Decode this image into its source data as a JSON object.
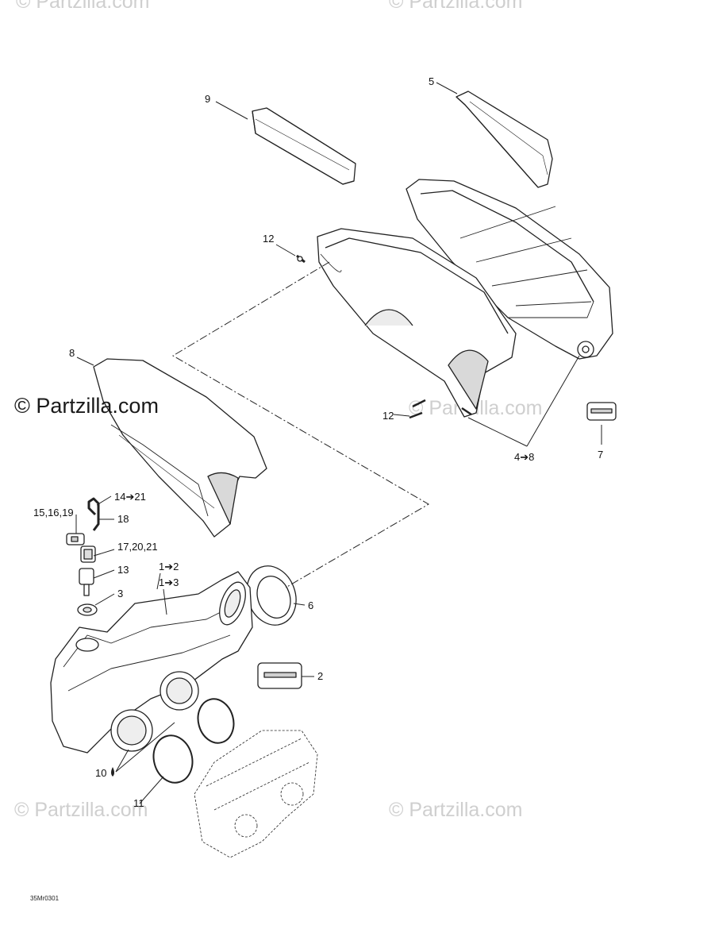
{
  "watermarks": {
    "main": "© Partzilla.com",
    "faint": "© Partzilla.com"
  },
  "drawing_code": "35Mr0301",
  "callouts": {
    "c1": "9",
    "c2": "5",
    "c3": "12",
    "c4": "8",
    "c5": "12",
    "c6": "7",
    "c7": "4➔8",
    "c8": "14➔21",
    "c9": "15,16,19",
    "c10": "18",
    "c11": "17,20,21",
    "c12": "13",
    "c13": "1➔2",
    "c14": "1➔3",
    "c15": "3",
    "c16": "6",
    "c17": "2",
    "c18": "10",
    "c19": "11"
  },
  "colors": {
    "line": "#222222",
    "fill": "#ffffff",
    "shade": "#d9d9d9",
    "watermark": "#cfcfcf"
  }
}
